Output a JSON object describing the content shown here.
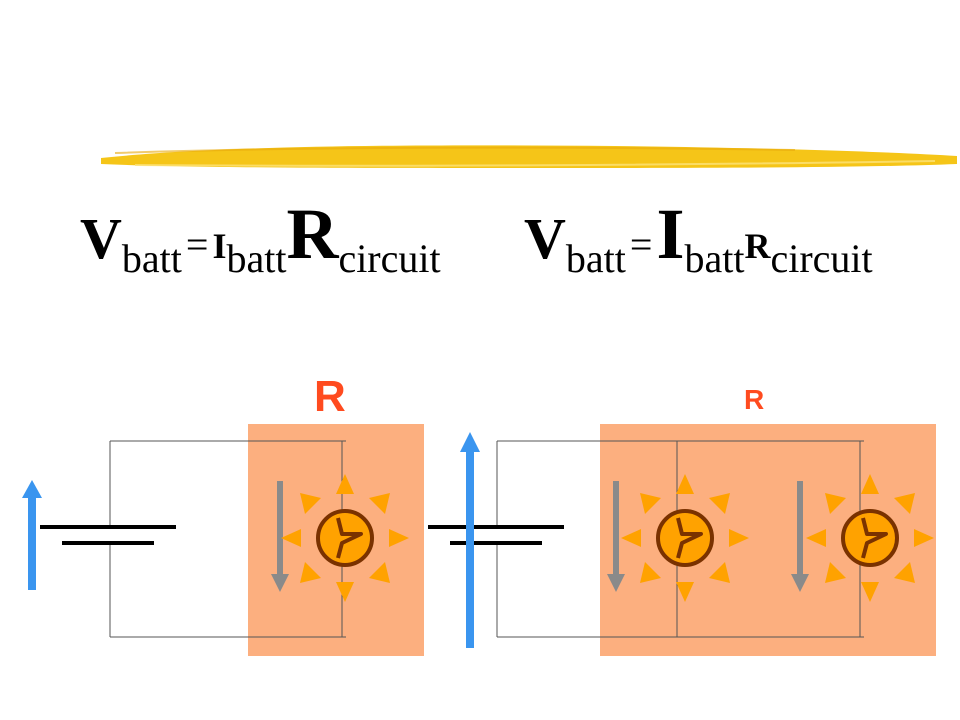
{
  "equation_left": {
    "v": "V",
    "v_sub": "batt",
    "equals": "=",
    "i": "I",
    "i_sub": "batt",
    "r": "R",
    "r_sub": "circuit"
  },
  "equation_right": {
    "v": "V",
    "v_sub": "batt",
    "equals": "=",
    "i": "I",
    "i_sub": "batt",
    "r": "R",
    "r_sub": "circuit"
  },
  "circuit_left": {
    "resistance_label": "R",
    "bulb_count": 1
  },
  "circuit_right": {
    "resistance_label": "R",
    "bulb_count": 2
  },
  "colors": {
    "highlight_stroke": "#f5c518",
    "resistance_box": "#fcaf7f",
    "resistance_label": "#ff4b1f",
    "battery_current_arrow": "#3a95ef",
    "bulb_current_arrow": "#8a8a8a",
    "bulb_ring": "#7a3200",
    "bulb_rays": "#ffa200"
  }
}
